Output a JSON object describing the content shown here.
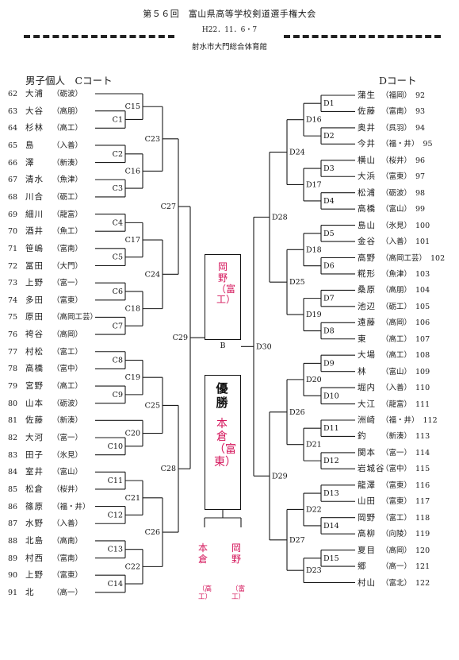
{
  "header": {
    "title": "第５６回　富山県高等学校剣道選手権大会",
    "date": "H22．11．6・7",
    "venue": "射水市大門総合体育館"
  },
  "left_section": {
    "title": "男子個人　Cコート"
  },
  "right_section": {
    "title": "Dコート"
  },
  "left_players": [
    {
      "num": "62",
      "name": "大浦",
      "school": "（砺波）"
    },
    {
      "num": "63",
      "name": "大谷",
      "school": "（高朋）"
    },
    {
      "num": "64",
      "name": "杉林",
      "school": "（高工）"
    },
    {
      "num": "65",
      "name": "島",
      "school": "（入善）"
    },
    {
      "num": "66",
      "name": "澤",
      "school": "（新湊）"
    },
    {
      "num": "67",
      "name": "清水",
      "school": "（魚津）"
    },
    {
      "num": "68",
      "name": "川合",
      "school": "（砺工）"
    },
    {
      "num": "69",
      "name": "細川",
      "school": "（龍富）"
    },
    {
      "num": "70",
      "name": "酒井",
      "school": "（魚工）"
    },
    {
      "num": "71",
      "name": "笹嶋",
      "school": "（富南）"
    },
    {
      "num": "72",
      "name": "冨田",
      "school": "（大門）"
    },
    {
      "num": "73",
      "name": "上野",
      "school": "（富一）"
    },
    {
      "num": "74",
      "name": "多田",
      "school": "（富東）"
    },
    {
      "num": "75",
      "name": "原田",
      "school": "（高岡工芸）"
    },
    {
      "num": "76",
      "name": "袴谷",
      "school": "（高岡）"
    },
    {
      "num": "77",
      "name": "村松",
      "school": "（富工）"
    },
    {
      "num": "78",
      "name": "高橋",
      "school": "（富中）"
    },
    {
      "num": "79",
      "name": "宮野",
      "school": "（高工）"
    },
    {
      "num": "80",
      "name": "山本",
      "school": "（砺波）"
    },
    {
      "num": "81",
      "name": "佐藤",
      "school": "（新湊）"
    },
    {
      "num": "82",
      "name": "大河",
      "school": "（富一）"
    },
    {
      "num": "83",
      "name": "田子",
      "school": "（氷見）"
    },
    {
      "num": "84",
      "name": "室井",
      "school": "（富山）"
    },
    {
      "num": "85",
      "name": "松倉",
      "school": "（桜井）"
    },
    {
      "num": "86",
      "name": "篠原",
      "school": "（福・井）"
    },
    {
      "num": "87",
      "name": "水野",
      "school": "（入善）"
    },
    {
      "num": "88",
      "name": "北島",
      "school": "（高南）"
    },
    {
      "num": "89",
      "name": "村西",
      "school": "（富南）"
    },
    {
      "num": "90",
      "name": "上野",
      "school": "（富東）"
    },
    {
      "num": "91",
      "name": "北",
      "school": "（高一）"
    }
  ],
  "right_players": [
    {
      "num": "92",
      "name": "蒲生",
      "school": "（福岡）"
    },
    {
      "num": "93",
      "name": "佐藤",
      "school": "（富南）"
    },
    {
      "num": "94",
      "name": "奥井",
      "school": "（呉羽）"
    },
    {
      "num": "95",
      "name": "今井",
      "school": "（福・井）"
    },
    {
      "num": "96",
      "name": "横山",
      "school": "（桜井）"
    },
    {
      "num": "97",
      "name": "大浜",
      "school": "（富東）"
    },
    {
      "num": "98",
      "name": "松浦",
      "school": "（砺波）"
    },
    {
      "num": "99",
      "name": "高橋",
      "school": "（富山）"
    },
    {
      "num": "100",
      "name": "島山",
      "school": "（氷見）"
    },
    {
      "num": "101",
      "name": "金谷",
      "school": "（入善）"
    },
    {
      "num": "102",
      "name": "高野",
      "school": "（高岡工芸）"
    },
    {
      "num": "103",
      "name": "糀形",
      "school": "（魚津）"
    },
    {
      "num": "104",
      "name": "桑原",
      "school": "（高朋）"
    },
    {
      "num": "105",
      "name": "池辺",
      "school": "（砺工）"
    },
    {
      "num": "106",
      "name": "遠藤",
      "school": "（高岡）"
    },
    {
      "num": "107",
      "name": "東",
      "school": "（高工）"
    },
    {
      "num": "108",
      "name": "大場",
      "school": "（高工）"
    },
    {
      "num": "109",
      "name": "林",
      "school": "（富山）"
    },
    {
      "num": "110",
      "name": "堀内",
      "school": "（入善）"
    },
    {
      "num": "111",
      "name": "大江",
      "school": "（龍富）"
    },
    {
      "num": "112",
      "name": "洲崎",
      "school": "（福・井）"
    },
    {
      "num": "113",
      "name": "釣",
      "school": "（新湊）"
    },
    {
      "num": "114",
      "name": "関本",
      "school": "（富一）"
    },
    {
      "num": "115",
      "name": "岩城谷",
      "school": "（富中）"
    },
    {
      "num": "116",
      "name": "龍澤",
      "school": "（富東）"
    },
    {
      "num": "117",
      "name": "山田",
      "school": "（富東）"
    },
    {
      "num": "118",
      "name": "岡野",
      "school": "（富工）"
    },
    {
      "num": "119",
      "name": "高柳",
      "school": "（向陵）"
    },
    {
      "num": "120",
      "name": "夏目",
      "school": "（高岡）"
    },
    {
      "num": "121",
      "name": "郷",
      "school": "（高一）"
    },
    {
      "num": "122",
      "name": "村山",
      "school": "（富北）"
    }
  ],
  "bracket_labels": {
    "C1": "C1",
    "C2": "C2",
    "C3": "C3",
    "C4": "C4",
    "C5": "C5",
    "C6": "C6",
    "C7": "C7",
    "C8": "C8",
    "C9": "C9",
    "C10": "C10",
    "C11": "C11",
    "C12": "C12",
    "C13": "C13",
    "C14": "C14",
    "C15": "C15",
    "C16": "C16",
    "C17": "C17",
    "C18": "C18",
    "C19": "C19",
    "C20": "C20",
    "C21": "C21",
    "C22": "C22",
    "C23": "C23",
    "C24": "C24",
    "C25": "C25",
    "C26": "C26",
    "C27": "C27",
    "C28": "C28",
    "C29": "C29",
    "D1": "D1",
    "D2": "D2",
    "D3": "D3",
    "D4": "D4",
    "D5": "D5",
    "D6": "D6",
    "D7": "D7",
    "D8": "D8",
    "D9": "D9",
    "D10": "D10",
    "D11": "D11",
    "D12": "D12",
    "D13": "D13",
    "D14": "D14",
    "D15": "D15",
    "D16": "D16",
    "D17": "D17",
    "D18": "D18",
    "D19": "D19",
    "D20": "D20",
    "D21": "D21",
    "D22": "D22",
    "D23": "D23",
    "D24": "D24",
    "D25": "D25",
    "D26": "D26",
    "D27": "D27",
    "D28": "D28",
    "D29": "D29",
    "D30": "D30",
    "B": "B"
  },
  "upper_box": {
    "vertical_text": "岡野（富工）"
  },
  "champion_box": {
    "label": "優勝",
    "winner_handwritten": "本倉（富東）"
  },
  "final_handwritten": {
    "left": "本倉",
    "left_school": "（高工）",
    "right": "岡野",
    "right_school": "（富工）"
  },
  "colors": {
    "ink": "#1a1a1a",
    "red_marker": "#d4145a"
  }
}
